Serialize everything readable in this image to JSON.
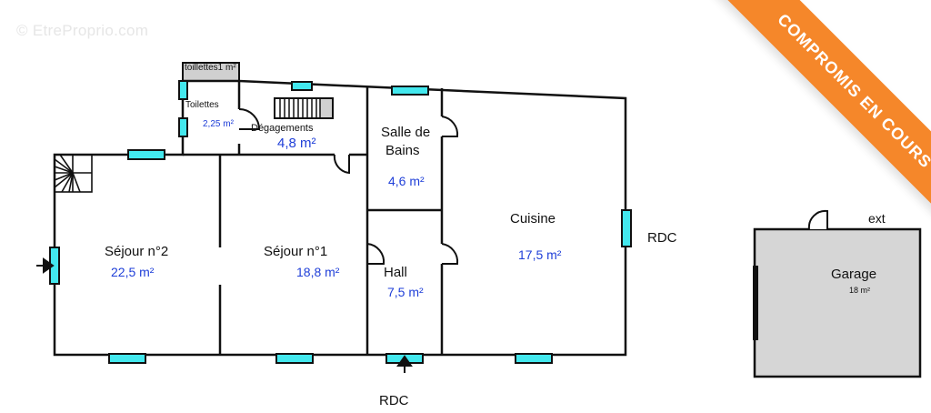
{
  "watermark": "© EtreProprio.com",
  "banner": {
    "text": "COMPROMIS EN COURS",
    "color": "#f5872a"
  },
  "colors": {
    "window": "#43e8ee",
    "wall": "#111111",
    "area_text": "#1f3fd8",
    "garage_fill": "#d6d6d6"
  },
  "rooms": [
    {
      "name": "toillettes1 m²"
    },
    {
      "name": "Toilettes",
      "area": "2,25 m²"
    },
    {
      "name": "Dégagements",
      "area": "4,8 m²"
    },
    {
      "name": "Salle de",
      "name2": "Bains",
      "area": "4,6 m²"
    },
    {
      "name": "Cuisine",
      "area": "17,5 m²"
    },
    {
      "name": "Séjour n°2",
      "area": "22,5 m²"
    },
    {
      "name": "Séjour n°1",
      "area": "18,8 m²"
    },
    {
      "name": "Hall",
      "area": "7,5 m²"
    },
    {
      "name": "Garage",
      "area": "18 m²"
    }
  ],
  "labels": {
    "rdc_right": "RDC",
    "rdc_bottom": "RDC",
    "ext": "ext"
  }
}
